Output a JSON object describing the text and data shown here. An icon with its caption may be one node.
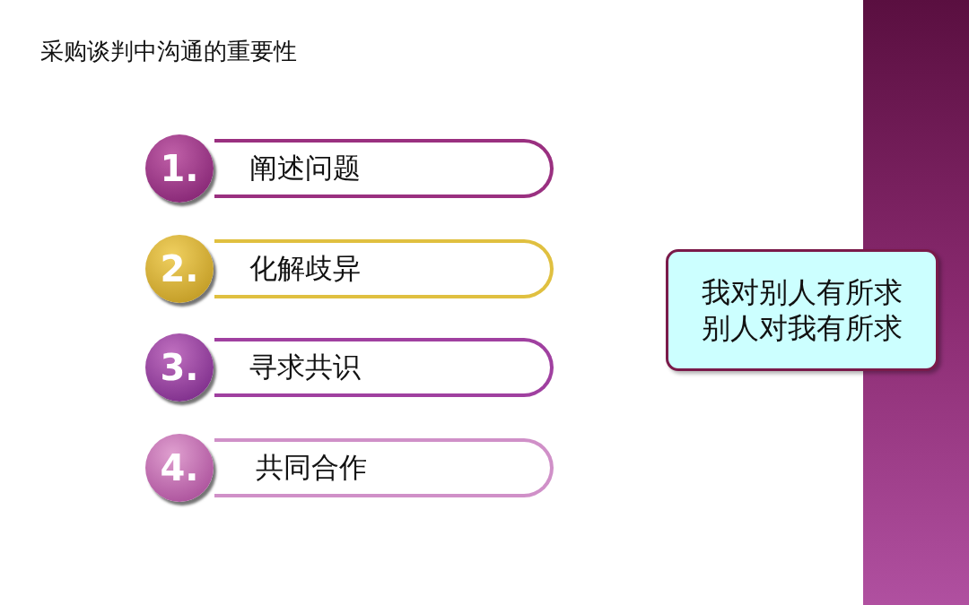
{
  "diagram": {
    "title": "采购谈判中沟通的重要性",
    "nodes": [
      {
        "text": [
          "1."
        ]
      },
      {
        "text": [
          "阐述问题"
        ]
      },
      {
        "text": [
          "2."
        ]
      },
      {
        "text": [
          "化解歧异"
        ]
      },
      {
        "text": [
          "3."
        ]
      },
      {
        "text": [
          "寻求共识"
        ]
      },
      {
        "text": [
          "4."
        ]
      },
      {
        "text": [
          "共同合作"
        ]
      },
      {
        "text": [
          "我对别人有所求",
          "别人对我有所求"
        ]
      }
    ],
    "edges": []
  }
}
